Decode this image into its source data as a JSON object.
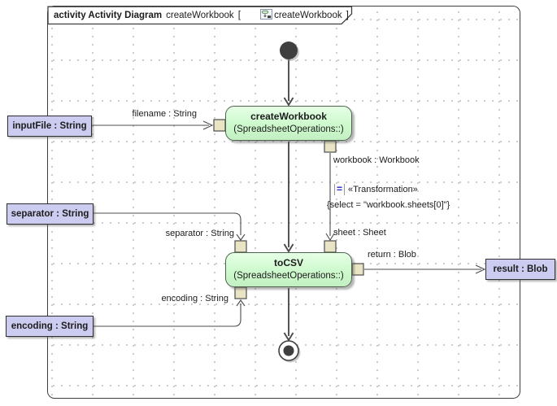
{
  "header": {
    "keyword": "activity Activity Diagram",
    "diagram_name": "createWorkbook",
    "open_bracket": "[",
    "context_name": "createWorkbook",
    "close_bracket": "]"
  },
  "nodes": {
    "initial": "initial-node",
    "final": "activity-final-node",
    "action_createWorkbook": {
      "name": "createWorkbook",
      "qualifier": "(SpreadsheetOperations::)"
    },
    "action_toCSV": {
      "name": "toCSV",
      "qualifier": "(SpreadsheetOperations::)"
    },
    "param_inputFile": {
      "label": "inputFile : String"
    },
    "param_separator": {
      "label": "separator : String"
    },
    "param_encoding": {
      "label": "encoding : String"
    },
    "param_result": {
      "label": "result : Blob"
    }
  },
  "edge_labels": {
    "filename": "filename : String",
    "workbook": "workbook : Workbook",
    "stereotype": "«Transformation»",
    "equals_icon": "=",
    "constraint": "{select = \"workbook.sheets[0]\"}",
    "sheet": "sheet : Sheet",
    "separator": "separator : String",
    "encoding": "encoding : String",
    "return": "return : Blob"
  },
  "colors": {
    "action_fill": "#ccf9cc",
    "action_border": "#4e624e",
    "param_fill": "#ccccf0",
    "pin_fill": "#e9e5c4",
    "edge": "#4b4b4b",
    "frame_border": "#3e3e3e",
    "stereotype_blue": "#2222cc",
    "node_dark": "#3f3f3f"
  }
}
